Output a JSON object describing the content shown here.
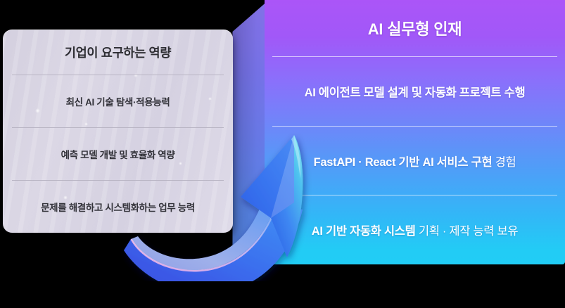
{
  "left_card": {
    "title": "기업이 요구하는 역량",
    "items": [
      "최신 AI 기술 탐색·적용능력",
      "예측 모델 개발 및 효율화 역량",
      "문제를 해결하고 시스템화하는 업무 능력"
    ]
  },
  "right_panel": {
    "title": "AI 실무형 인재",
    "rows": [
      {
        "bold": "AI 에이전트 모델 설계 및 자동화 프로젝트 수행",
        "light": ""
      },
      {
        "bold": "FastAPI · React 기반 AI 서비스 구현",
        "light": " 경험"
      },
      {
        "bold": "AI 기반 자동화 시스템",
        "light": " 기획 · 제작 능력 보유"
      }
    ]
  },
  "arrow": {
    "label": "upward-curved-arrow",
    "direction": "bottom-left-to-upper-right"
  },
  "colors": {
    "panel_top": "#ab55f8",
    "panel_mid": "#5588f8",
    "panel_bottom": "#22ccf5",
    "card_bg": "#d6d2e0",
    "card_text": "#33333a",
    "panel_text": "#ffffff",
    "arrow_light": "#6fa8ef",
    "arrow_dark": "#3b4fd8",
    "background": "#000000"
  }
}
